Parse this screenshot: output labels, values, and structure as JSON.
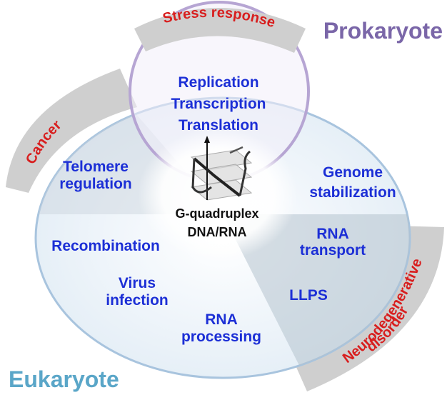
{
  "outer_labels": {
    "prokaryote": "Prokaryote",
    "eukaryote": "Eukaryote"
  },
  "overlays": {
    "stress_response": "Stress response",
    "cancer": "Cancer",
    "neuro_line1": "Neurodegenerative",
    "neuro_line2": "disorder"
  },
  "center": {
    "line1": "G-quadruplex",
    "line2": "DNA/RNA"
  },
  "functions": {
    "replication": "Replication",
    "transcription": "Transcription",
    "translation": "Translation",
    "telomere_l1": "Telomere",
    "telomere_l2": "regulation",
    "genome_l1": "Genome",
    "genome_l2": "stabilization",
    "recombination": "Recombination",
    "rna_transport_l1": "RNA",
    "rna_transport_l2": "transport",
    "virus_l1": "Virus",
    "virus_l2": "infection",
    "llps": "LLPS",
    "rna_processing_l1": "RNA",
    "rna_processing_l2": "processing"
  },
  "colors": {
    "function_text": "#1c2fd6",
    "disease_text": "#d81e1e",
    "prokaryote": "#7a66a8",
    "eukaryote": "#5aa6c8",
    "disease_band": "#cfcfcf"
  }
}
